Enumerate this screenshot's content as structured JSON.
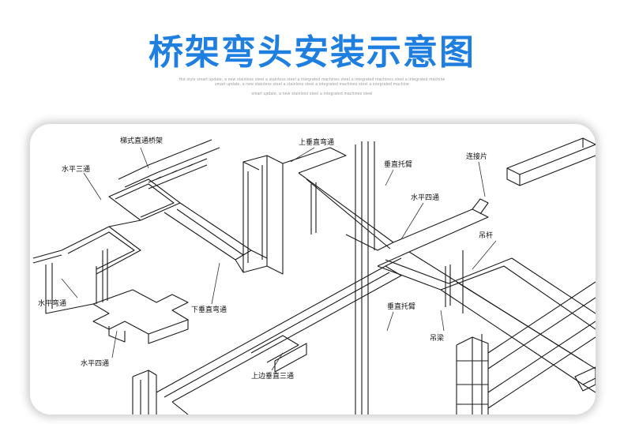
{
  "title": "桥架弯头安装示意图",
  "subtitle_lines": [
    "Hot style smart update, a new stainless steel a stainless steel a integrated machines steel a integrated machines steel a integrated machine",
    "smart update, a new stainless steel a stainless steel a integrated machines steel a integrated machine",
    "smart update, a new stainless steel a integrated machines steel"
  ],
  "labels": {
    "ladder_tray": "梯式直通桥架",
    "horizontal_tee": "水平三通",
    "upper_vertical_bend": "上垂直弯通",
    "vertical_bracket_top": "垂直托臂",
    "connector_plate": "连接片",
    "horizontal_cross_top": "水平四通",
    "hanger_rod": "吊杆",
    "horizontal_bend": "水平弯通",
    "lower_vertical_bend": "下垂直弯通",
    "vertical_bracket_mid": "垂直托臂",
    "hanger_beam": "吊梁",
    "horizontal_cross_bottom": "水平四通",
    "upper_side_vertical_tee": "上边垂直三通"
  },
  "colors": {
    "title": "#1f7fe0",
    "line": "#1a1a1a",
    "leader": "#333333"
  }
}
